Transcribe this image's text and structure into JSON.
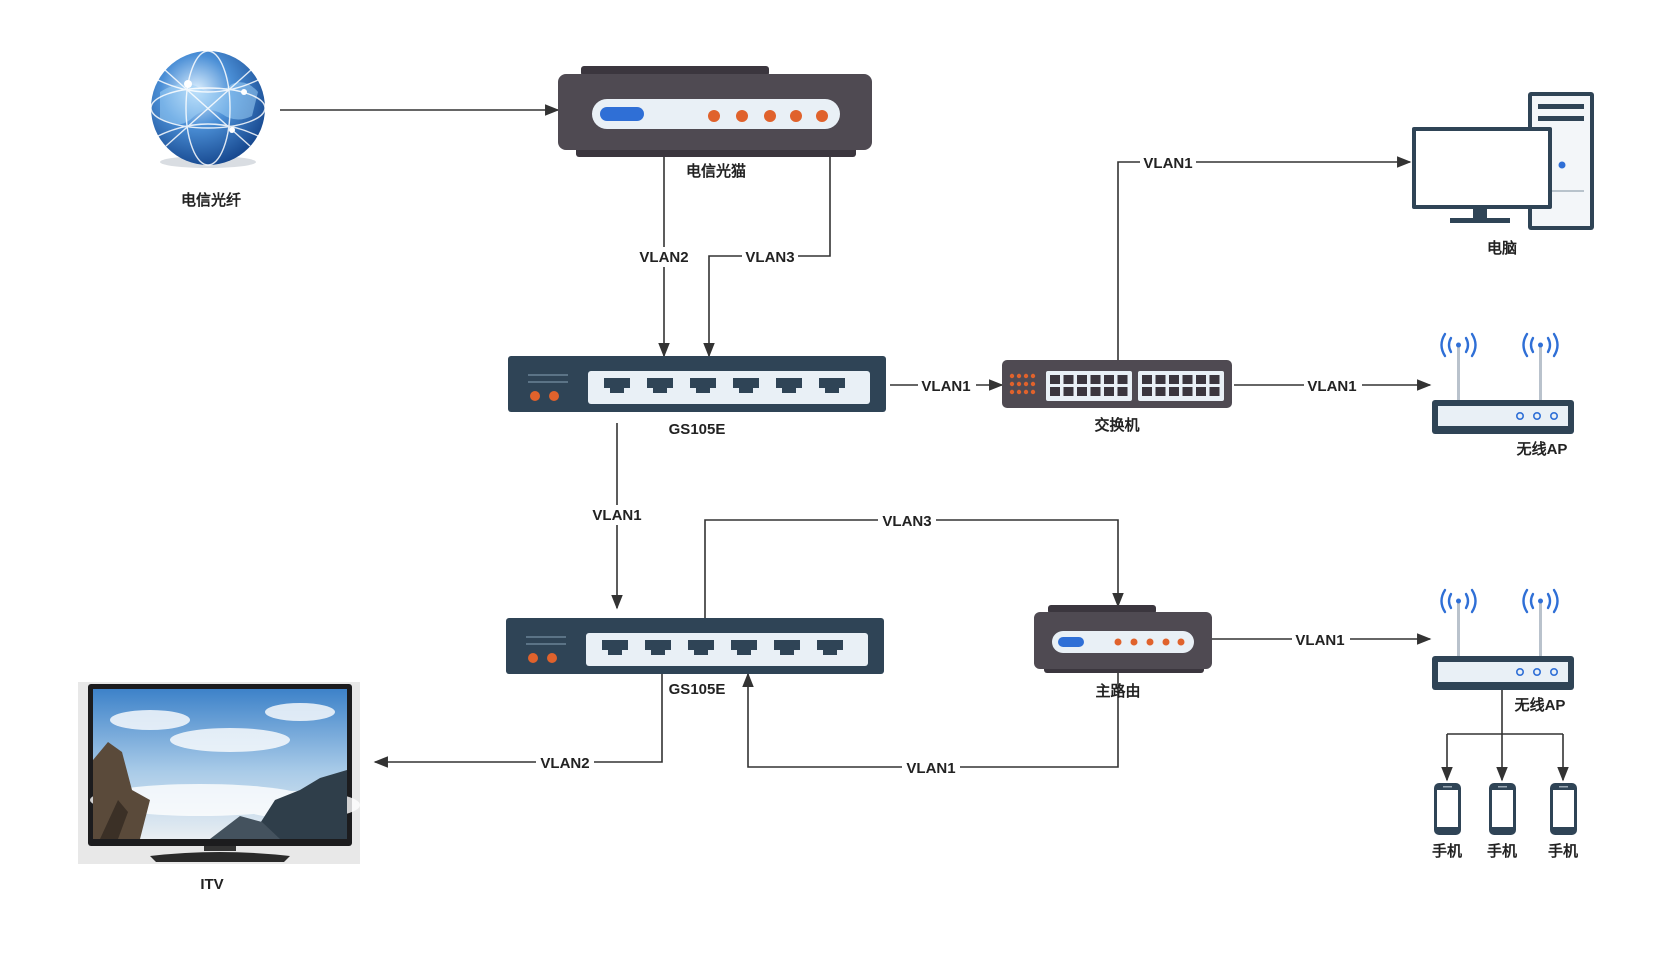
{
  "nodes": {
    "internet": {
      "label": "电信光纤"
    },
    "modem": {
      "label": "电信光猫"
    },
    "switch_top": {
      "label": "GS105E"
    },
    "switch_bottom": {
      "label": "GS105E"
    },
    "switch24": {
      "label": "交换机"
    },
    "pc": {
      "label": "电脑"
    },
    "ap_top": {
      "label": "无线AP"
    },
    "ap_bottom": {
      "label": "无线AP"
    },
    "main_router": {
      "label": "主路由"
    },
    "tv": {
      "label": "ITV"
    },
    "phone1": {
      "label": "手机"
    },
    "phone2": {
      "label": "手机"
    },
    "phone3": {
      "label": "手机"
    }
  },
  "edges": {
    "modem_to_switch_vlan2": "VLAN2",
    "modem_to_switch_vlan3": "VLAN3",
    "switch_to_switch24": "VLAN1",
    "switch24_to_pc": "VLAN1",
    "switch24_to_ap": "VLAN1",
    "switch_top_to_bottom": "VLAN1",
    "switch_bottom_to_router": "VLAN3",
    "switch_bottom_to_tv": "VLAN2",
    "router_to_switch_bottom": "VLAN1",
    "router_to_ap": "VLAN1"
  },
  "colors": {
    "device_dark": "#4f4a52",
    "switch_blue": "#2f4456",
    "panel_light": "#e9f0f6",
    "led_orange": "#e0622c",
    "led_blue": "#2f6fd6",
    "line": "#333333"
  }
}
